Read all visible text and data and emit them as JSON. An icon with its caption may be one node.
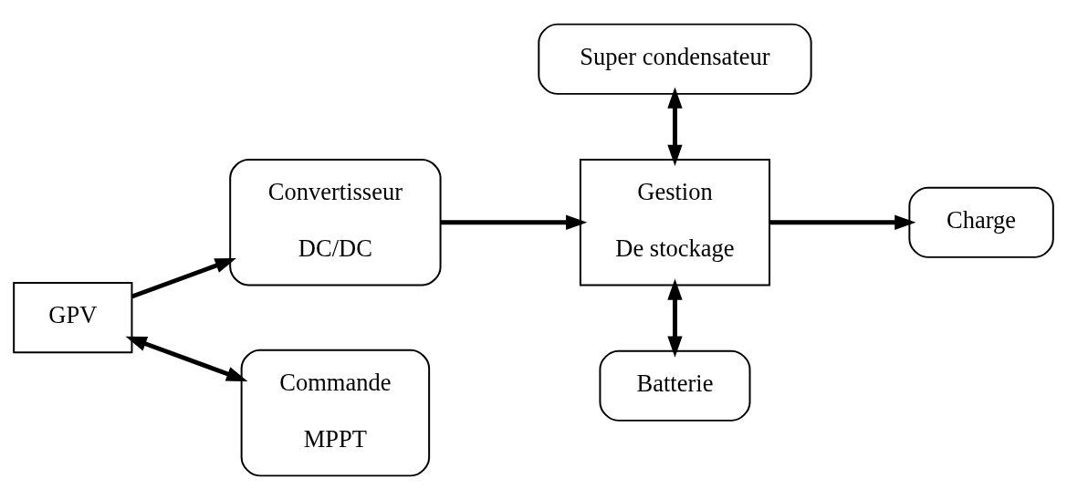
{
  "diagram": {
    "nodes": [
      {
        "text": [
          "GPV"
        ]
      },
      {
        "text": [
          "Convertisseur",
          "DC/DC"
        ]
      },
      {
        "text": [
          "Commande",
          "MPPT"
        ]
      },
      {
        "text": [
          "Super condensateur"
        ]
      },
      {
        "text": [
          "Gestion",
          "De stockage"
        ]
      },
      {
        "text": [
          "Charge"
        ]
      },
      {
        "text": [
          "Batterie"
        ]
      }
    ],
    "edges": [
      {
        "from": 0,
        "to": 1,
        "arrow": "to"
      },
      {
        "from": 0,
        "to": 2,
        "arrow": "both"
      },
      {
        "from": 1,
        "to": 4,
        "arrow": "to"
      },
      {
        "from": 3,
        "to": 4,
        "arrow": "both"
      },
      {
        "from": 4,
        "to": 5,
        "arrow": "to"
      },
      {
        "from": 4,
        "to": 6,
        "arrow": "both"
      }
    ]
  }
}
